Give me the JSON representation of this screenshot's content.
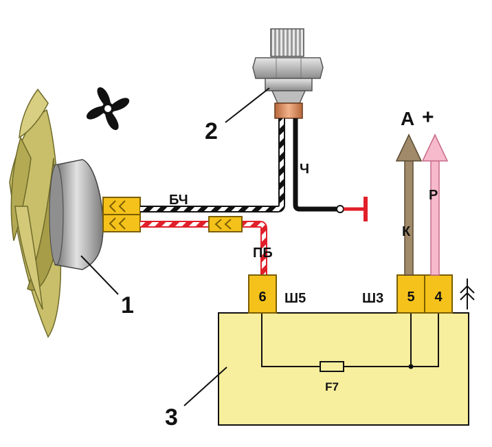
{
  "callouts": {
    "fan_motor": "1",
    "temp_sensor": "2",
    "fuse_block": "3"
  },
  "wires": {
    "black_white": "БЧ",
    "black": "Ч",
    "pink_white": "ПБ",
    "brown": "К",
    "pink": "Р"
  },
  "terminals": {
    "pin6": "6",
    "pin5": "5",
    "pin4": "4",
    "conn_left": "Ш5",
    "conn_right": "Ш3"
  },
  "fuse": {
    "label": "F7"
  },
  "supply": {
    "label": "A",
    "sign": "+"
  },
  "colors": {
    "block": "#f7ee9e",
    "terminal": "#f5c21b",
    "red": "#e0202a",
    "brown_arrow": "#a08a6a",
    "pink_arrow": "#f7b9cc",
    "blade": "#c9bf6a"
  }
}
